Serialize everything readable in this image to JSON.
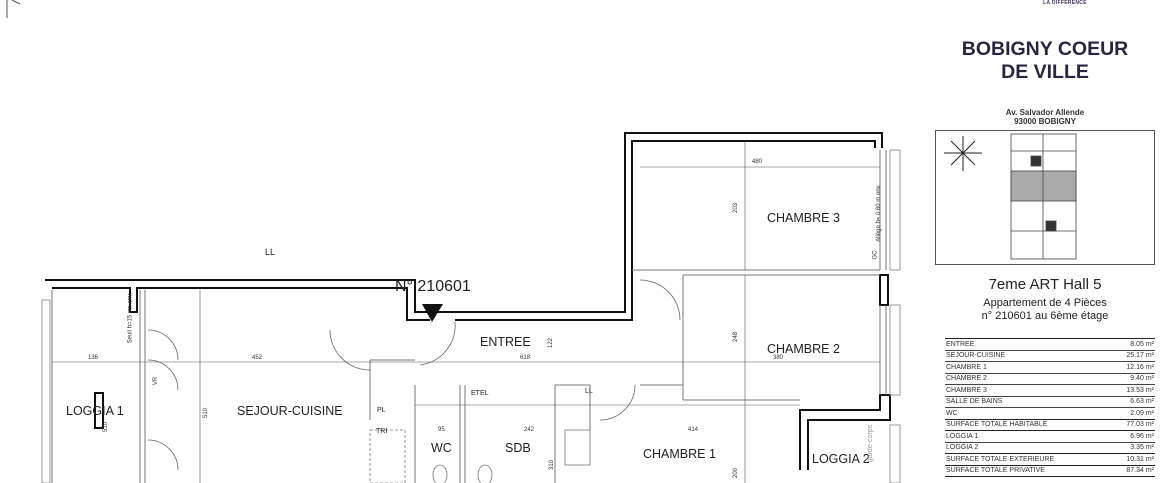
{
  "plan": {
    "apartment_marker": "N° 210601",
    "ll_top": "LL",
    "rooms": {
      "entree": "ENTREE",
      "sejour": "SEJOUR-CUISINE",
      "loggia1": "LOGGIA 1",
      "loggia2": "LOGGIA 2",
      "chambre1": "CHAMBRE 1",
      "chambre2": "CHAMBRE 2",
      "chambre3": "CHAMBRE 3",
      "wc": "WC",
      "sdb": "SDB",
      "etel": "ETEL",
      "pl": "PL",
      "tri": "TRI",
      "ll": "LL"
    },
    "dimensions": {
      "ch3_width": "480",
      "ch3_depth": "203",
      "ch2_depth": "248",
      "ch2_width": "380",
      "loggia1_width": "136",
      "sejour_width": "452",
      "entree_width": "618",
      "entree_depth": "122",
      "sejour_depth": "510",
      "loggia1_depth": "510",
      "wc_width": "95",
      "sdb_width": "242",
      "ch1_width": "414",
      "sdb_depth": "310",
      "ch1_depth": "200"
    },
    "window_notes": {
      "seuil": "Seuil h=15 cm env.",
      "allege": "Allège h= 0.60 m env.",
      "vr": "VR",
      "gc": "GC",
      "garde_corps": "garde-corps"
    }
  },
  "sidebar": {
    "logo_text": "LA DIFFÉRENCE",
    "project_title_line1": "BOBIGNY COEUR",
    "project_title_line2": "DE VILLE",
    "address_line1": "Av. Salvador Allende",
    "address_line2": "93000 BOBIGNY",
    "apartment_title": "7eme ART Hall 5",
    "apartment_type": "Appartement de 4 Pièces",
    "apartment_floor": "n° 210601 au 6ème étage",
    "surfaces": [
      {
        "label": "ENTREE",
        "value": "8.05 m²"
      },
      {
        "label": "SEJOUR-CUISINE",
        "value": "25.17 m²"
      },
      {
        "label": "CHAMBRE 1",
        "value": "12.16 m²"
      },
      {
        "label": "CHAMBRE 2",
        "value": "9.40 m²"
      },
      {
        "label": "CHAMBRE 3",
        "value": "13.53 m²"
      },
      {
        "label": "SALLE DE BAINS",
        "value": "6.63 m²"
      },
      {
        "label": "WC",
        "value": "2.09 m²"
      },
      {
        "label": "SURFACE TOTALE HABITABLE",
        "value": "77.03 m²"
      },
      {
        "label": "LOGGIA 1",
        "value": "6.96 m²"
      },
      {
        "label": "LOGGIA 2",
        "value": "3.35 m²"
      },
      {
        "label": "SURFACE TOTALE EXTERIEURE",
        "value": "10.31 m²"
      },
      {
        "label": "SURFACE TOTALE PRIVATIVE",
        "value": "87.34 m²"
      }
    ]
  }
}
